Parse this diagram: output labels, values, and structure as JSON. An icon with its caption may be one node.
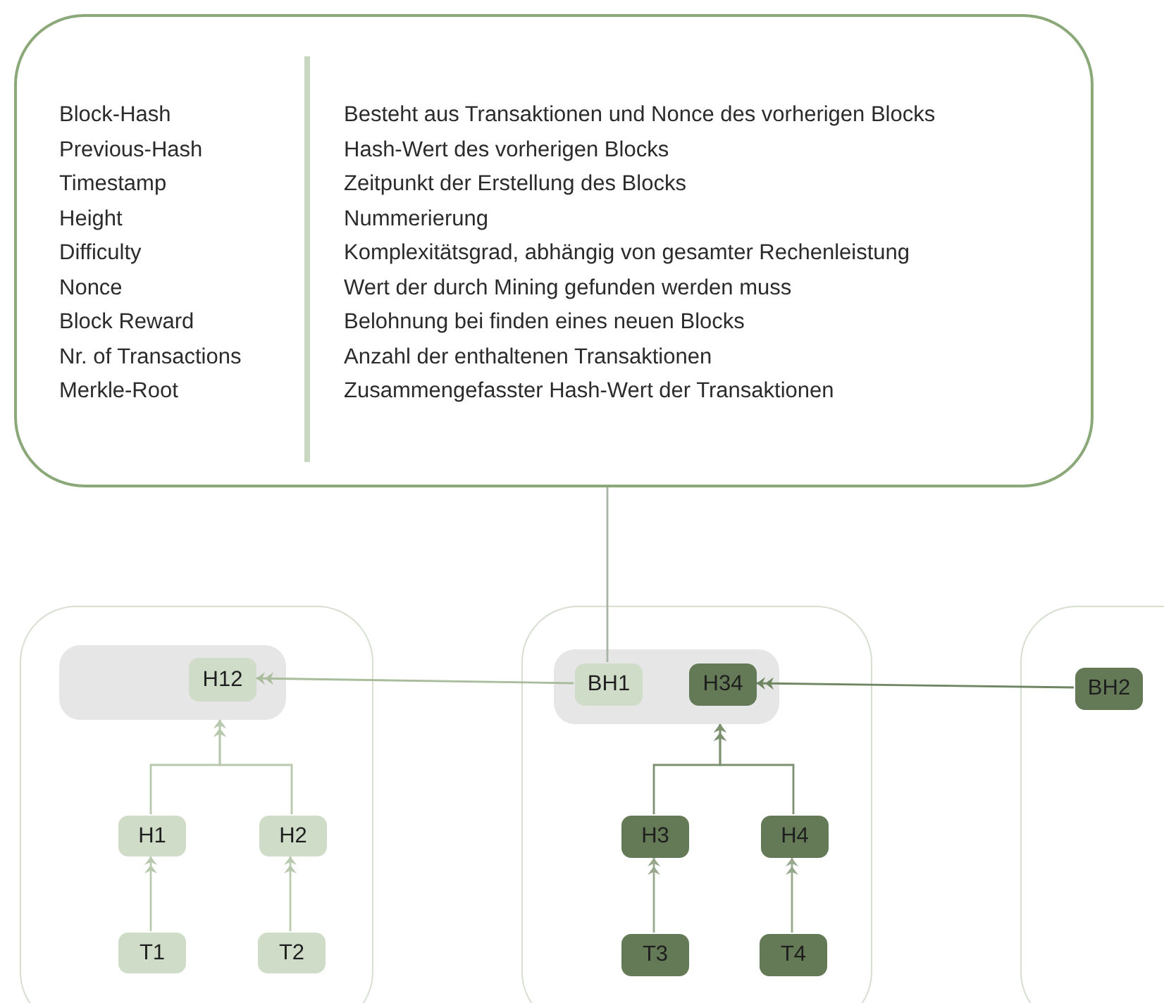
{
  "diagram": {
    "nodes": [
      {
        "text": [
          "Block-Hash",
          "Besteht aus Transaktionen und Nonce des vorherigen Blocks",
          "Previous-Hash",
          "Hash-Wert des vorherigen Blocks",
          "Timestamp",
          "Zeitpunkt der Erstellung des Blocks",
          "Height",
          "Nummerierung",
          "Difficulty",
          "Komplexitätsgrad, abhängig von gesamter Rechenleistung",
          "Nonce",
          "Wert der durch Mining gefunden werden muss",
          "Block Reward",
          "Belohnung bei finden eines neuen Blocks",
          "Nr. of Transactions",
          "Anzahl der enthaltenen Transaktionen",
          "Merkle-Root",
          "Zusammengefasster Hash-Wert der Transaktionen"
        ]
      },
      {
        "text": [],
        "shape": "box"
      },
      {
        "text": [],
        "shape": "box",
        "in": 1
      },
      {
        "text": [
          "H12"
        ],
        "in": 2
      },
      {
        "text": [
          "H1"
        ],
        "in": 1
      },
      {
        "text": [
          "H2"
        ],
        "in": 1
      },
      {
        "text": [
          "T1"
        ],
        "in": 1
      },
      {
        "text": [
          "T2"
        ],
        "in": 1
      },
      {
        "text": [],
        "shape": "box"
      },
      {
        "text": [],
        "shape": "box",
        "in": 8
      },
      {
        "text": [
          "BH1"
        ],
        "in": 9
      },
      {
        "text": [
          "H34"
        ],
        "in": 9
      },
      {
        "text": [
          "H3"
        ],
        "in": 8
      },
      {
        "text": [
          "H4"
        ],
        "in": 8
      },
      {
        "text": [
          "T3"
        ],
        "in": 8
      },
      {
        "text": [
          "T4"
        ],
        "in": 8
      },
      {
        "text": [],
        "shape": "box"
      },
      {
        "text": [
          "BH2"
        ],
        "in": 16
      }
    ],
    "edges": [
      {
        "from": 0,
        "to": 10,
        "arrow": "none",
        "color": "#a9b3a4"
      },
      {
        "from": 10,
        "to": 3,
        "arrow": "to",
        "color": "#a9bd9c"
      },
      {
        "from": 4,
        "to": 2,
        "arrow": "to",
        "color": "#b8c9ae"
      },
      {
        "from": 5,
        "to": 2,
        "arrow": "to",
        "color": "#b8c9ae"
      },
      {
        "from": 6,
        "to": 4,
        "arrow": "to",
        "color": "#b8c9ae"
      },
      {
        "from": 7,
        "to": 5,
        "arrow": "to",
        "color": "#b8c9ae"
      },
      {
        "from": 17,
        "to": 11,
        "arrow": "to",
        "color": "#6f8663"
      },
      {
        "from": 12,
        "to": 9,
        "arrow": "to",
        "color": "#7d9171"
      },
      {
        "from": 13,
        "to": 9,
        "arrow": "to",
        "color": "#7d9171"
      },
      {
        "from": 14,
        "to": 12,
        "arrow": "to",
        "color": "#97a88d"
      },
      {
        "from": 15,
        "to": 13,
        "arrow": "to",
        "color": "#97a88d"
      }
    ]
  }
}
